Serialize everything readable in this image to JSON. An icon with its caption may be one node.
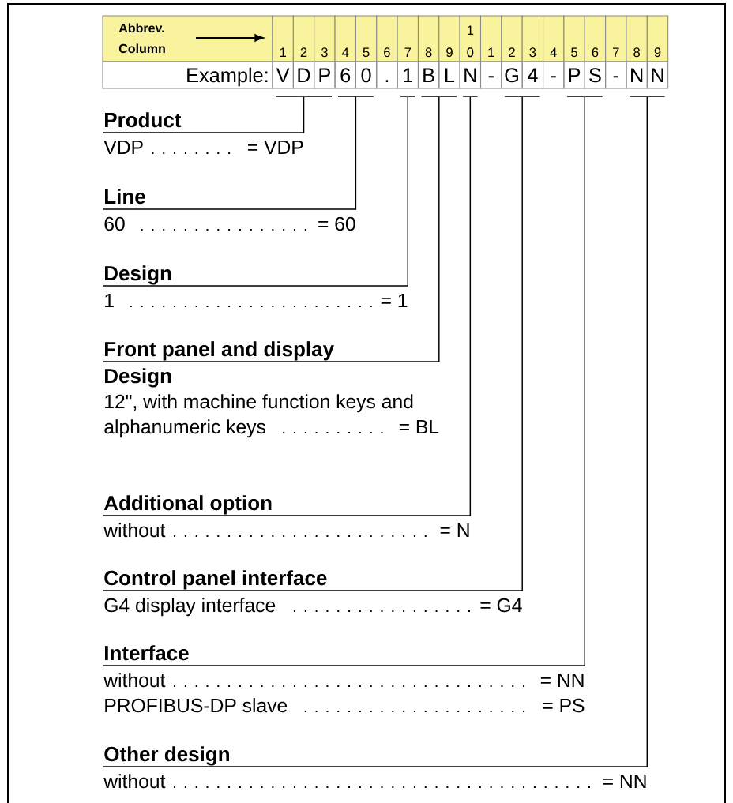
{
  "diagram": {
    "nodes": [
      {
        "text": [],
        "shape": "bar"
      },
      {
        "text": [],
        "shape": "bar"
      },
      {
        "text": [],
        "shape": "bar"
      },
      {
        "text": [],
        "shape": "bar"
      },
      {
        "text": [],
        "shape": "bar"
      },
      {
        "text": [],
        "shape": "bar"
      },
      {
        "text": [],
        "shape": "bar"
      },
      {
        "text": [],
        "shape": "bar"
      },
      {
        "text": [
          "Product",
          "VDP",
          "= VDP"
        ]
      },
      {
        "text": [
          "Line",
          "60",
          "= 60"
        ]
      },
      {
        "text": [
          "Design",
          "1",
          "= 1"
        ]
      },
      {
        "text": [
          "Front panel and display",
          "Design",
          "12\", with machine function keys and alphanumeric keys",
          "= BL"
        ]
      },
      {
        "text": [
          "Additional option",
          "without",
          "= N"
        ]
      },
      {
        "text": [
          "Control panel interface",
          "G4 display interface",
          "= G4"
        ]
      },
      {
        "text": [
          "Interface",
          "without",
          "= NN",
          "PROFIBUS-DP slave",
          "= PS"
        ]
      },
      {
        "text": [
          "Other design",
          "without",
          "= NN"
        ]
      }
    ],
    "edges": [
      {
        "from": 0,
        "to": 8,
        "arrow": "none"
      },
      {
        "from": 1,
        "to": 9,
        "arrow": "none"
      },
      {
        "from": 2,
        "to": 10,
        "arrow": "none"
      },
      {
        "from": 3,
        "to": 11,
        "arrow": "none"
      },
      {
        "from": 4,
        "to": 12,
        "arrow": "none"
      },
      {
        "from": 5,
        "to": 13,
        "arrow": "none"
      },
      {
        "from": 6,
        "to": 14,
        "arrow": "none"
      },
      {
        "from": 7,
        "to": 15,
        "arrow": "none"
      }
    ],
    "labels": [
      "Abbrev.",
      "1",
      "Column",
      "1",
      "2",
      "3",
      "4",
      "5",
      "6",
      "7",
      "8",
      "9",
      "0",
      "1",
      "2",
      "3",
      "4",
      "5",
      "6",
      "7",
      "8",
      "9",
      "Example:",
      "V",
      "D",
      "P",
      "6",
      "0",
      ".",
      "1",
      "B",
      "L",
      "N",
      "-",
      "G",
      "4",
      "-",
      "P",
      "S",
      "-",
      "N",
      "N"
    ]
  }
}
